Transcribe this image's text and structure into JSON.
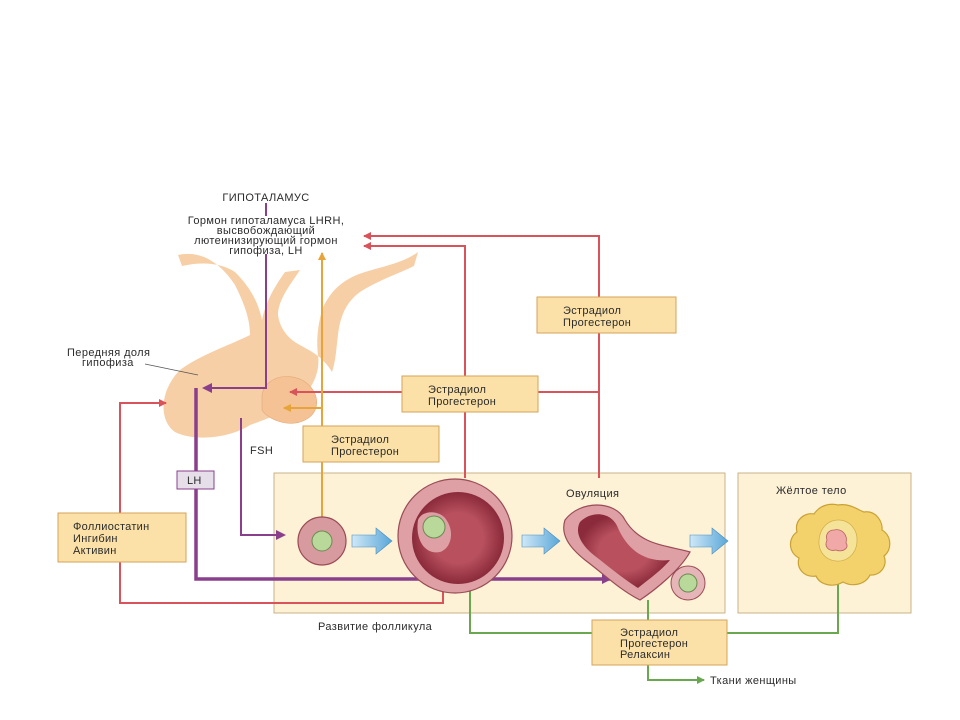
{
  "diagram": {
    "hypothalamus": "ГИПОТАЛАМУС",
    "hormone_lines": [
      "Гормон гипоталамуса LHRH,",
      "высвобождающий",
      "лютеинизирующий гормон",
      "гипофиза, LH"
    ],
    "anterior_pituitary_lines": [
      "Передняя доля",
      "гипофиза"
    ],
    "fsh": "FSH",
    "lh": "LH",
    "ovulation": "Овуляция",
    "corpus_luteum": "Жёлтое тело",
    "follicle_development": "Развитие фолликула",
    "female_tissues": "Ткани женщины",
    "box_estr_prog_top": [
      "Эстрадиол",
      "Прогестерон"
    ],
    "box_estr_prog_mid": [
      "Эстрадиол",
      "Прогестерон"
    ],
    "box_estr_prog_left": [
      "Эстрадиол",
      "Прогестерон"
    ],
    "box_estr_prog_relax": [
      "Эстрадиол",
      "Прогестерон",
      "Релаксин"
    ],
    "box_left_hormones": [
      "Фоллиостатин",
      "Ингибин",
      "Активин"
    ],
    "colors": {
      "red": "#d9535a",
      "purple": "#8a3f8c",
      "orange": "#e7a43a",
      "green": "#6aa84f",
      "box_fill": "#fbe1a8",
      "panel_fill": "#fdf1d6",
      "pituitary": "#f7cfa6",
      "arrow_blue": "#6db3df"
    }
  }
}
